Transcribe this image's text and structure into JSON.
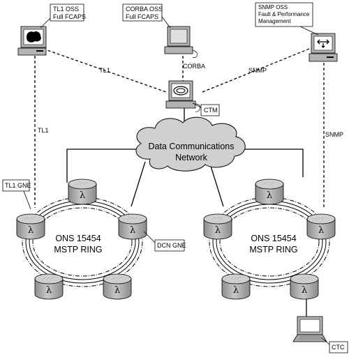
{
  "callouts": {
    "tl1_oss": [
      "TL1 OSS",
      "Full FCAPS"
    ],
    "corba_oss": [
      "CORBA OSS",
      "Full FCAPS"
    ],
    "snmp_oss": [
      "SNMP OSS",
      "Fault & Performance",
      "Management"
    ],
    "ctm": "CTM",
    "tl1_gne": "TL1 GNE",
    "dcn_gne": "DCN GNE",
    "ctc": "CTC"
  },
  "links": {
    "tl1_top": "TL1",
    "corba": "CORBA",
    "snmp_top": "SNMP",
    "tl1_left": "TL1",
    "snmp_right": "SNMP"
  },
  "cloud": [
    "Data Communications",
    "Network"
  ],
  "rings": {
    "left": [
      "ONS 15454",
      "MSTP RING"
    ],
    "right": [
      "ONS 15454",
      "MSTP RING"
    ]
  },
  "node_symbol": "λ",
  "colors": {
    "device": "#b3b3b3",
    "device_dark": "#8c8c8c",
    "cloud": "#d0d0d0",
    "line": "#000000"
  }
}
